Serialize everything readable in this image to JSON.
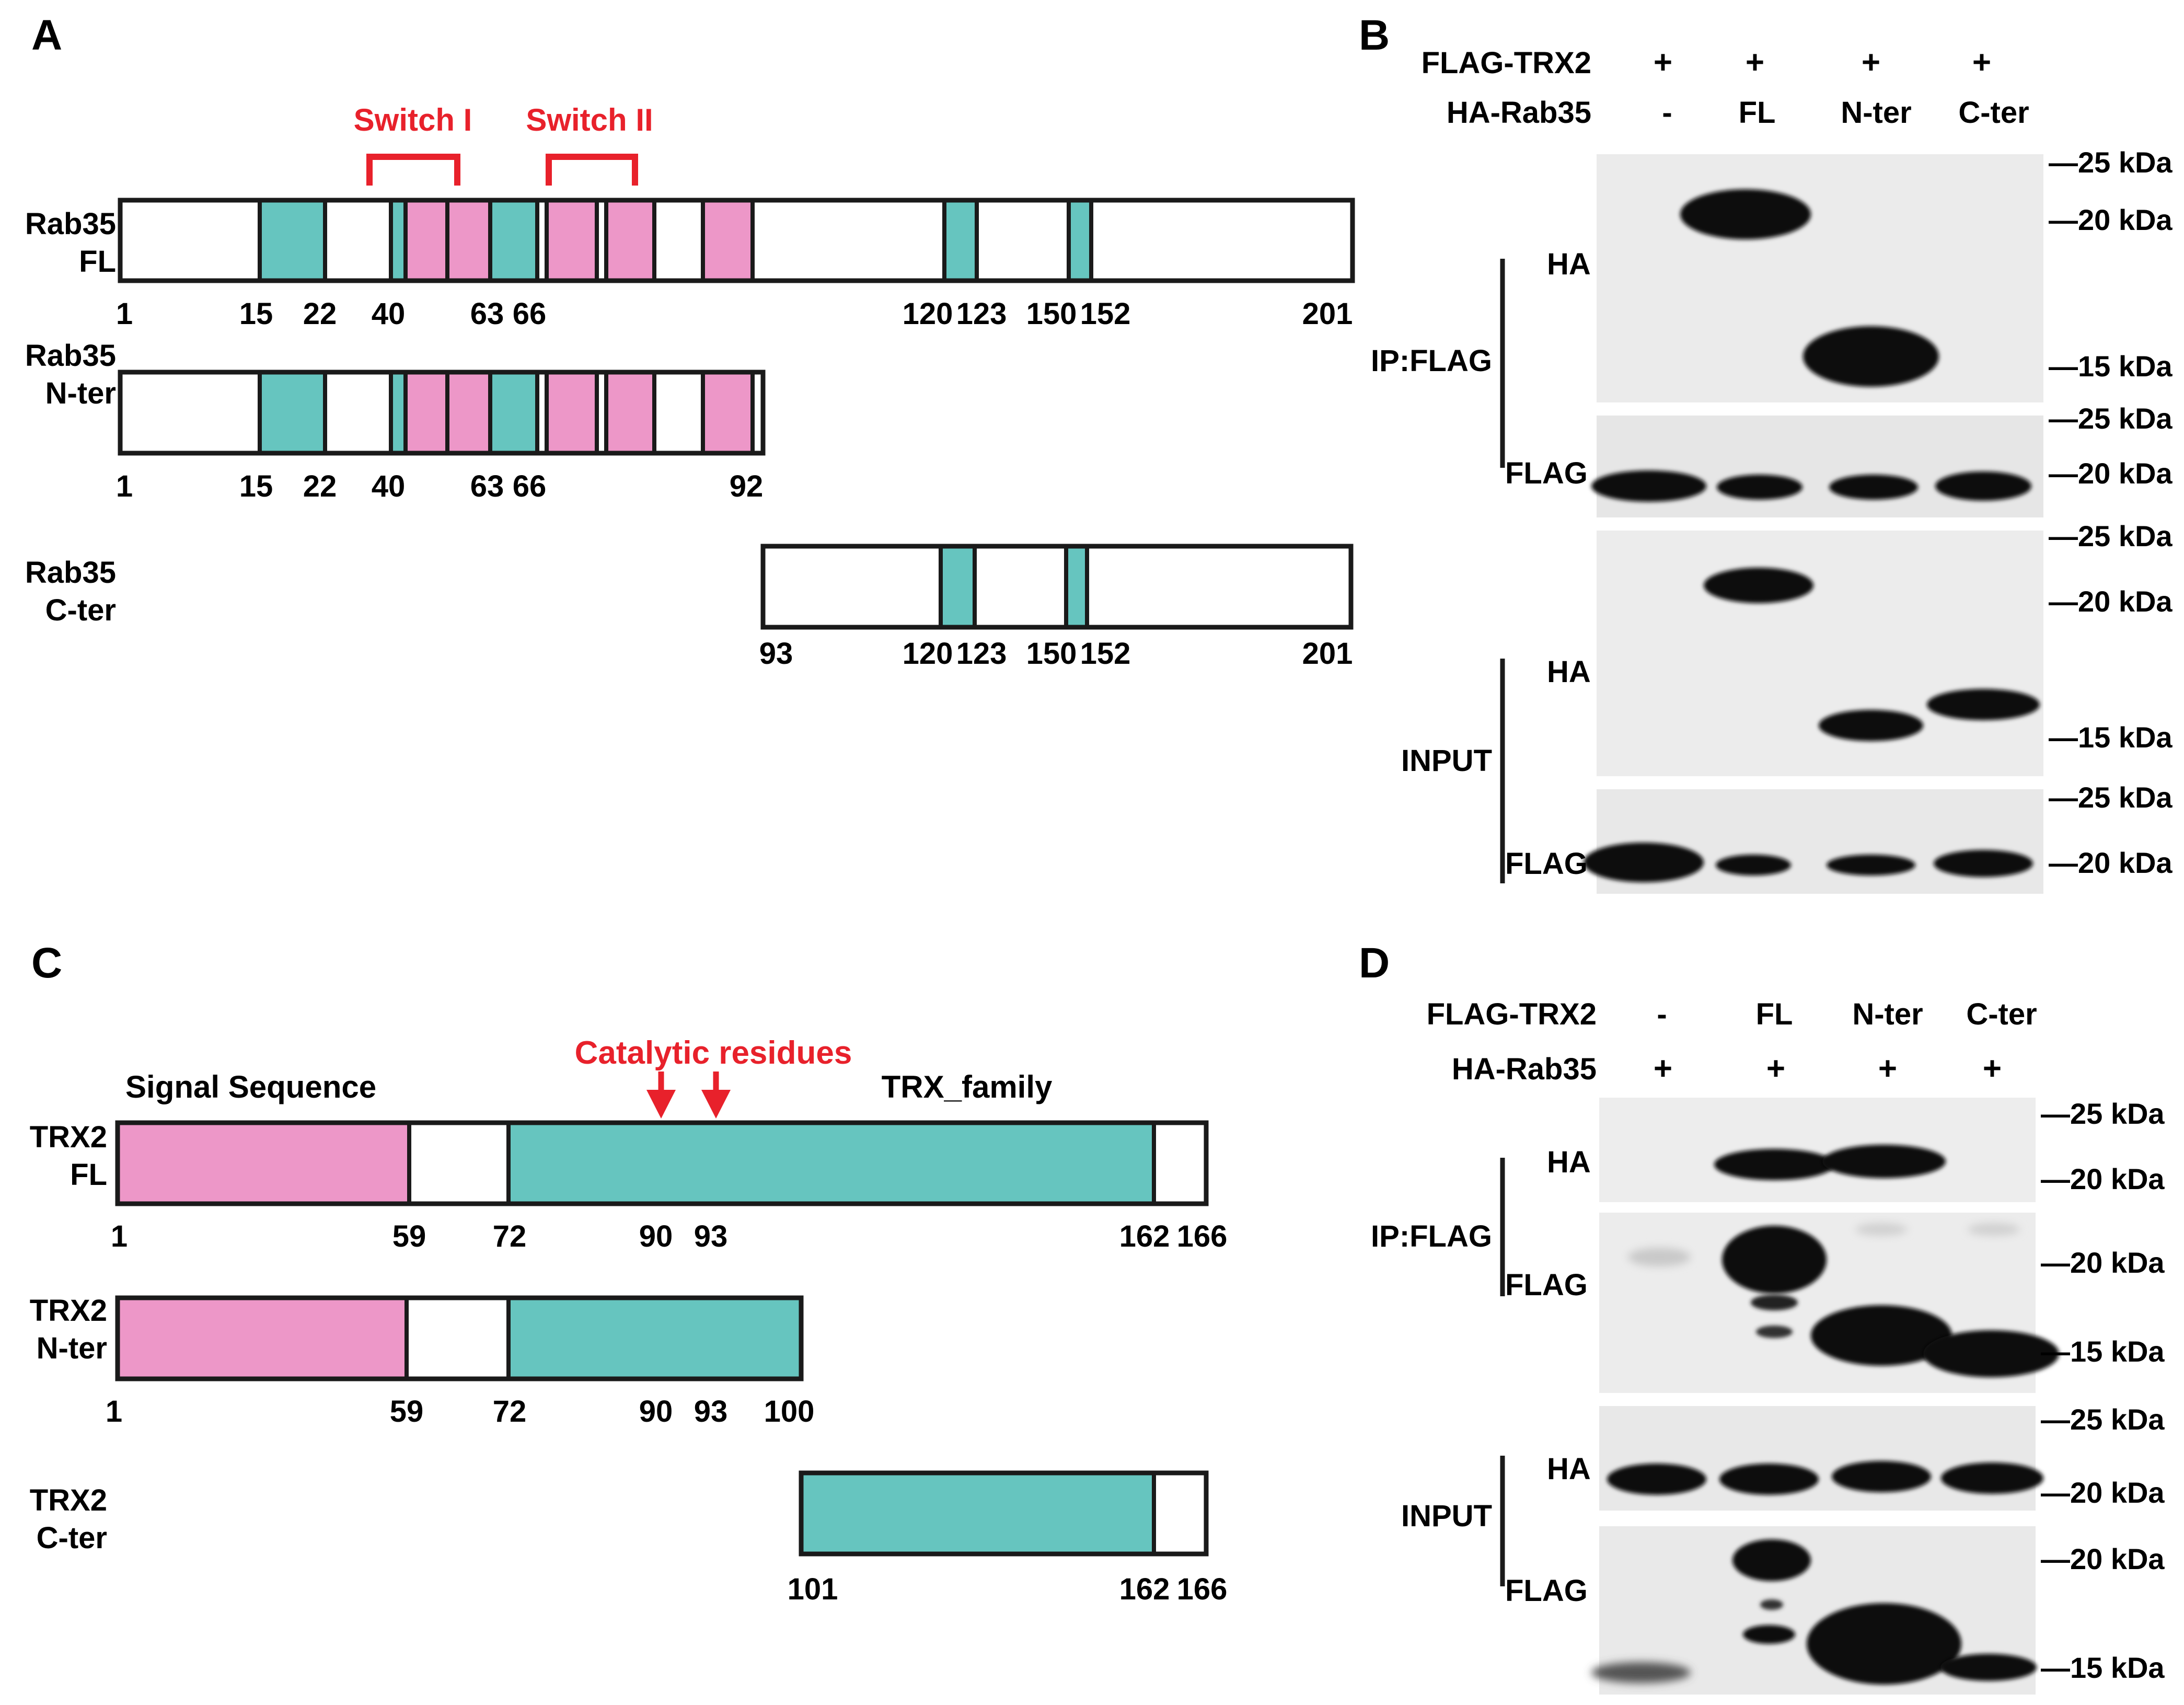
{
  "colors": {
    "teal": "#66c5bf",
    "pink": "#ed97c8",
    "red": "#e8212b",
    "ink": "#1a1a1a",
    "blot_bg": "#e9e9e9"
  },
  "panel_a": {
    "letter": "A",
    "switch1": "Switch I",
    "switch2": "Switch II",
    "constructs": [
      {
        "name": [
          "Rab35",
          "FL"
        ],
        "ticks": [
          "1",
          "15",
          "22",
          "40",
          "63",
          "66",
          "120",
          "123",
          "150",
          "152",
          "201"
        ]
      },
      {
        "name": [
          "Rab35",
          "N-ter"
        ],
        "ticks": [
          "1",
          "15",
          "22",
          "40",
          "63",
          "66",
          "92"
        ]
      },
      {
        "name": [
          "Rab35",
          "C-ter"
        ],
        "ticks": [
          "93",
          "120",
          "123",
          "150",
          "152",
          "201"
        ]
      }
    ]
  },
  "panel_b": {
    "letter": "B",
    "rows": [
      {
        "label": "FLAG-TRX2",
        "values": [
          "+",
          "+",
          "+",
          "+"
        ]
      },
      {
        "label": "HA-Rab35",
        "values": [
          "-",
          "FL",
          "N-ter",
          "C-ter"
        ]
      }
    ],
    "groups": [
      "IP:FLAG",
      "INPUT"
    ],
    "blots": [
      "HA",
      "FLAG",
      "HA",
      "FLAG"
    ],
    "markers": [
      [
        "—25 kDa",
        "—20 kDa",
        "—15 kDa"
      ],
      [
        "—25 kDa",
        "—20 kDa"
      ],
      [
        "—25 kDa",
        "—20 kDa",
        "—15 kDa"
      ],
      [
        "—25 kDa",
        "—20 kDa"
      ]
    ]
  },
  "panel_c": {
    "letter": "C",
    "signal_label": "Signal Sequence",
    "catalytic_label": "Catalytic residues",
    "trx_label": "TRX_family",
    "constructs": [
      {
        "name": [
          "TRX2",
          "FL"
        ],
        "ticks": [
          "1",
          "59",
          "72",
          "90",
          "93",
          "162",
          "166"
        ]
      },
      {
        "name": [
          "TRX2",
          "N-ter"
        ],
        "ticks": [
          "1",
          "59",
          "72",
          "90",
          "93",
          "100"
        ]
      },
      {
        "name": [
          "TRX2",
          "C-ter"
        ],
        "ticks": [
          "101",
          "162",
          "166"
        ]
      }
    ]
  },
  "panel_d": {
    "letter": "D",
    "rows": [
      {
        "label": "FLAG-TRX2",
        "values": [
          "-",
          "FL",
          "N-ter",
          "C-ter"
        ]
      },
      {
        "label": "HA-Rab35",
        "values": [
          "+",
          "+",
          "+",
          "+"
        ]
      }
    ],
    "groups": [
      "IP:FLAG",
      "INPUT"
    ],
    "blots": [
      "HA",
      "FLAG",
      "HA",
      "FLAG"
    ],
    "markers": [
      [
        "—25 kDa",
        "—20 kDa"
      ],
      [
        "—20 kDa",
        "—15 kDa"
      ],
      [
        "—25 kDa",
        "—20 kDa"
      ],
      [
        "—20 kDa",
        "—15 kDa"
      ]
    ]
  }
}
